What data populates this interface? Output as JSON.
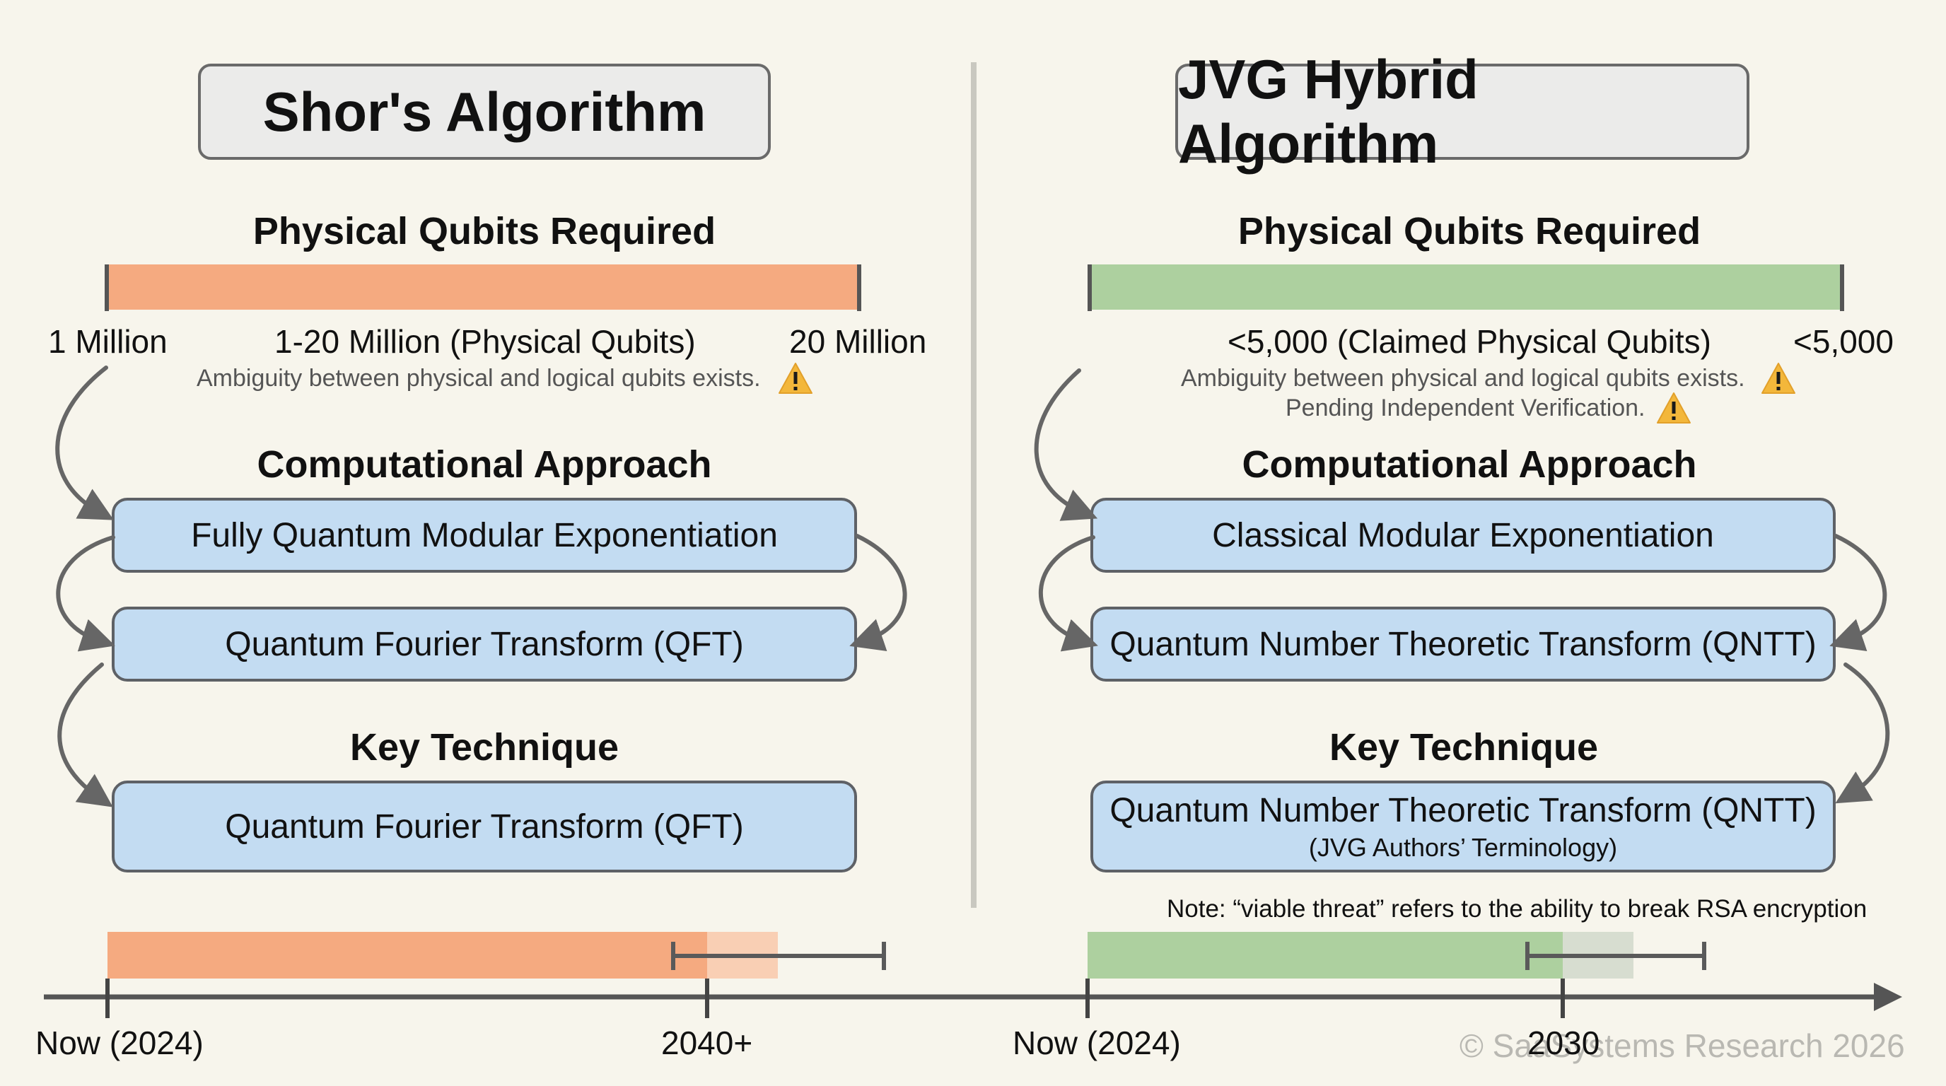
{
  "left": {
    "title": "Shor's Algorithm",
    "qubits_heading": "Physical Qubits Required",
    "range_min_label": "1 Million",
    "range_center_label": "1-20 Million (Physical Qubits)",
    "range_max_label": "20 Million",
    "note": "Ambiguity between physical and logical qubits exists.",
    "approach_heading": "Computational Approach",
    "approach_steps": [
      "Fully Quantum Modular Exponentiation",
      "Quantum Fourier Transform (QFT)"
    ],
    "key_heading": "Key Technique",
    "key_technique": "Quantum Fourier Transform (QFT)",
    "timeline_start": "Now (2024)",
    "timeline_target": "2040+",
    "bar_color": "#f5aa80"
  },
  "right": {
    "title": "JVG Hybrid Algorithm",
    "qubits_heading": "Physical Qubits Required",
    "range_center_label": "<5,000 (Claimed Physical Qubits)",
    "range_max_label": "<5,000",
    "note": "Ambiguity between physical and logical qubits exists.",
    "note2": "Pending Independent Verification.",
    "approach_heading": "Computational Approach",
    "approach_steps": [
      "Classical Modular Exponentiation",
      "Quantum Number Theoretic Transform (QNTT)"
    ],
    "key_heading": "Key Technique",
    "key_technique": "Quantum Number Theoretic Transform (QNTT)",
    "key_technique_sub": "(JVG Authors’ Terminology)",
    "timeline_note": "Note: “viable threat” refers to the ability to break RSA encryption",
    "timeline_start": "Now (2024)",
    "timeline_target": "2030",
    "bar_color": "#add09f"
  },
  "icons": [
    "warning-icon",
    "curved-arrow-icon",
    "timeline-axis-arrow-icon"
  ],
  "warning_color": "#f3b73b",
  "watermark": "© SaaSystems Research 2026"
}
